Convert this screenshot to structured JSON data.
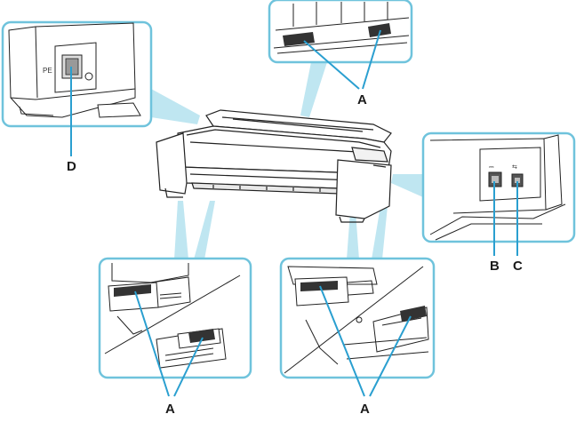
{
  "diagram": {
    "callouts": {
      "top_label": "A",
      "left_bottom_label": "A",
      "right_bottom_label": "A",
      "usb_label": "C",
      "lan_label": "B",
      "power_label": "D"
    },
    "colors": {
      "accent": "#6fc3dc",
      "accent_fill": "#bfe6f1",
      "line": "#2a9fd0",
      "stroke": "#222222",
      "panel_bg": "#ffffff"
    }
  }
}
